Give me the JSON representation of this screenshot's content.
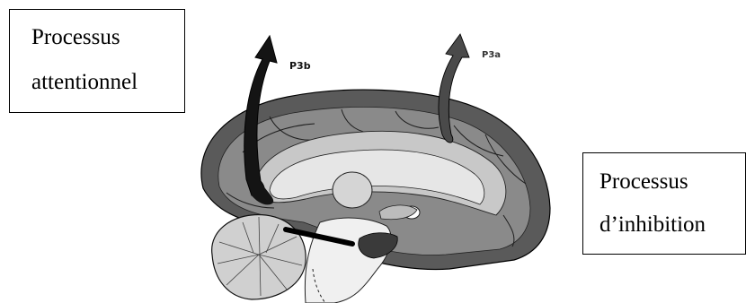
{
  "labels": {
    "attention_box": [
      "Processus",
      "attentionnel"
    ],
    "inhibition_box": [
      "Processus",
      "d’inhibition"
    ],
    "p3b": "P3b",
    "p3a": "P3a"
  },
  "colors": {
    "cortex_dark": "#5a5a5a",
    "cortex_mid": "#8a8a8a",
    "cortex_light": "#c8c8c8",
    "inner_light": "#e6e6e6",
    "arrow_dark": "#141414",
    "arrow_mid": "#4a4a4a",
    "line": "#000000"
  },
  "icons": {
    "p3b_arrow": "curved-arrow-icon",
    "p3a_arrow": "curved-arrow-icon",
    "pointer_line": "pointer-line"
  }
}
